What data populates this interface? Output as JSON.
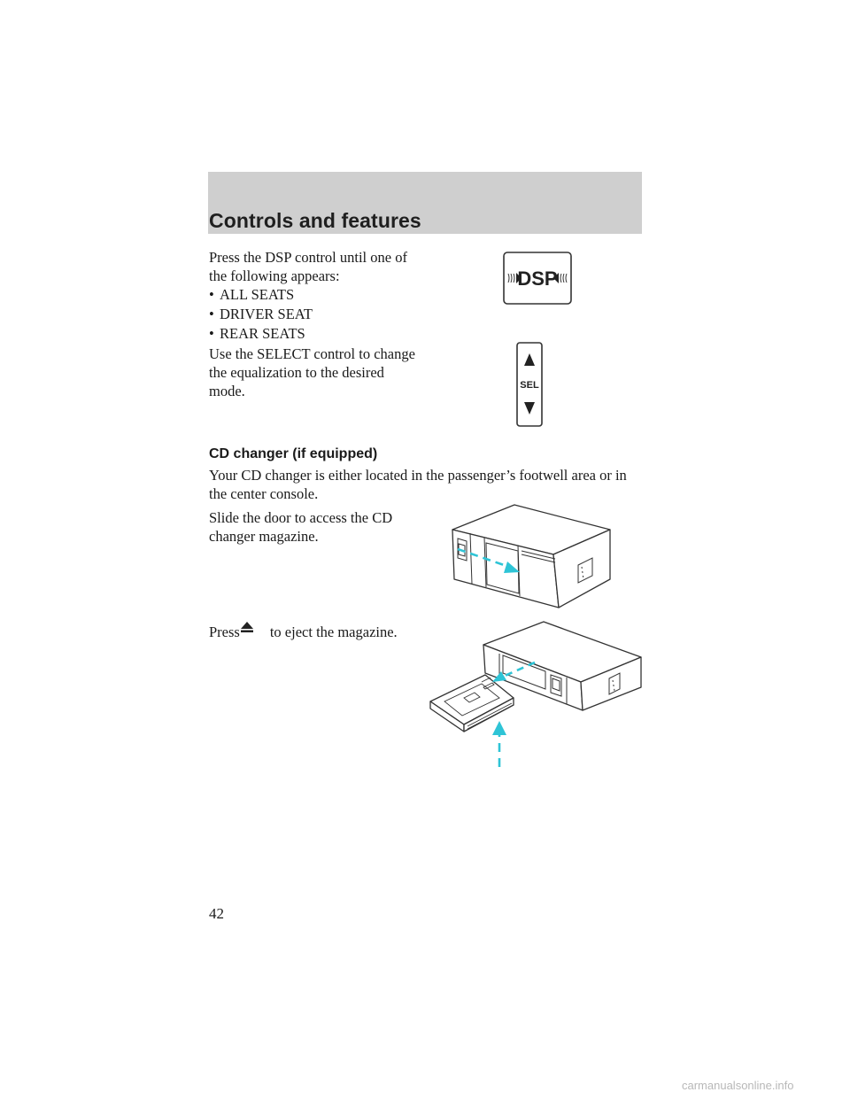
{
  "header": {
    "section_title": "Controls and features"
  },
  "dsp": {
    "intro_line1": "Press the DSP control until one of",
    "intro_line2": "the following appears:",
    "options": [
      "ALL SEATS",
      "DRIVER SEAT",
      "REAR SEATS"
    ],
    "select_line1": "Use the SELECT control to change",
    "select_line2": "the equalization to the desired",
    "select_line3": "mode.",
    "dsp_button_text": "DSP",
    "sel_button_text": "SEL"
  },
  "cd_changer": {
    "heading": "CD changer (if equipped)",
    "location_line1": "Your CD changer is either located in the passenger’s footwell area or in",
    "location_line2": "the center console.",
    "slide_line1": "Slide the door to access the CD",
    "slide_line2": "changer magazine.",
    "eject_prefix": "Press",
    "eject_suffix": "to eject the magazine."
  },
  "page": {
    "number": "42"
  },
  "footer": {
    "site": "carmanualsonline.info"
  },
  "colors": {
    "header_band": "#cfcfcf",
    "arrow_cyan": "#2ec4d6"
  }
}
